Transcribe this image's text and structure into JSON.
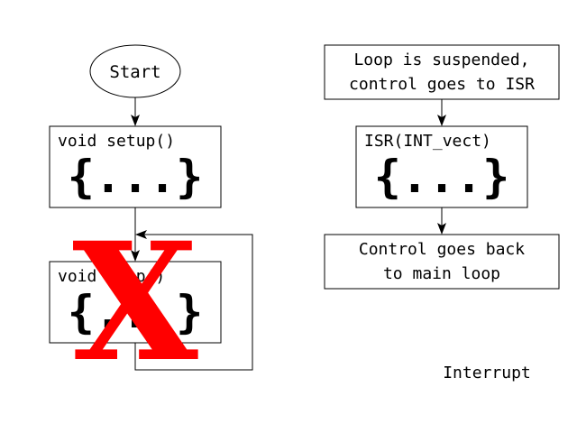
{
  "diagram": {
    "start_label": "Start",
    "setup": {
      "header": "void setup()",
      "body": "{...}"
    },
    "loop": {
      "header": "void loop()",
      "body": "{...}"
    },
    "cross_mark": "X",
    "cross_color": "#ff0000",
    "suspend": {
      "line1": "Loop is suspended,",
      "line2": "control goes to ISR"
    },
    "isr": {
      "header": "ISR(INT_vect)",
      "body": "{...}"
    },
    "back": {
      "line1": "Control goes back",
      "line2": "to main loop"
    },
    "caption": "Interrupt"
  }
}
